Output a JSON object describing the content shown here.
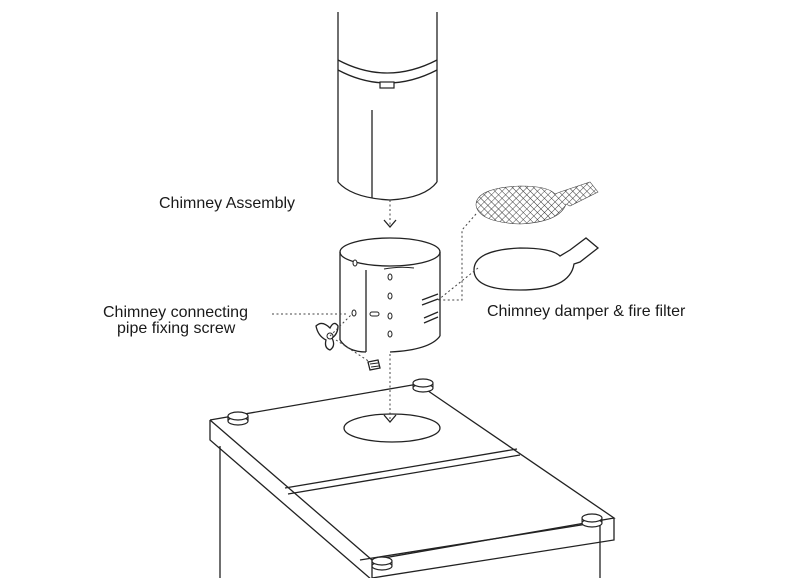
{
  "labels": {
    "chimney_assembly": "Chimney Assembly",
    "damper_filter": "Chimney damper & fire filter",
    "screw_line1": "Chimney connecting",
    "screw_line2": "pipe fixing screw"
  }
}
